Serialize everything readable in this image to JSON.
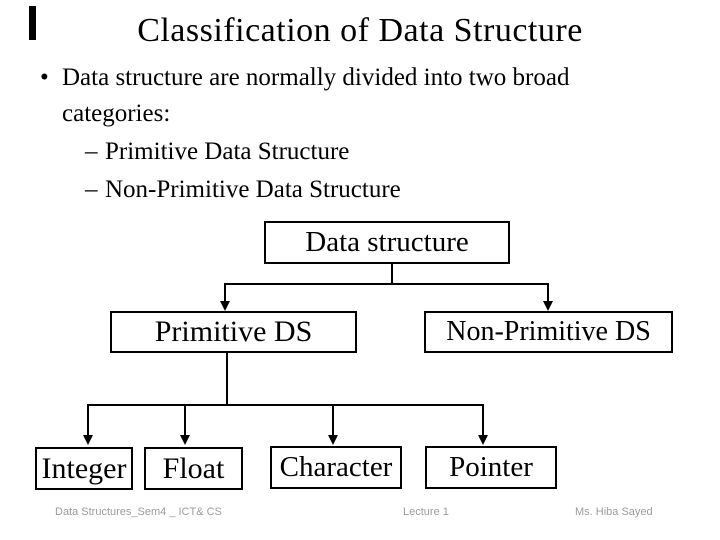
{
  "colors": {
    "background": "#ffffff",
    "text": "#000000",
    "line": "#000000",
    "footer_text": "#9c9c9c"
  },
  "slide": {
    "title": "Classification of Data Structure",
    "bullet_marker": "•",
    "bullet_text": "Data structure are normally divided into two broad categories:",
    "sub_bullets": [
      {
        "marker": "–",
        "label": "Primitive Data Structure"
      },
      {
        "marker": "–",
        "label": "Non-Primitive Data Structure"
      }
    ]
  },
  "diagram": {
    "root": {
      "label": "Data structure",
      "children": [
        {
          "label": "Primitive DS",
          "children": [
            {
              "label": "Integer"
            },
            {
              "label": "Float"
            },
            {
              "label": "Character"
            },
            {
              "label": "Pointer"
            }
          ]
        },
        {
          "label": "Non-Primitive DS",
          "children": []
        }
      ]
    }
  },
  "footer": {
    "course": "Data Structures_Sem4 _ ICT& CS",
    "lecture": "Lecture 1",
    "author": "Ms. Hiba Sayed"
  }
}
